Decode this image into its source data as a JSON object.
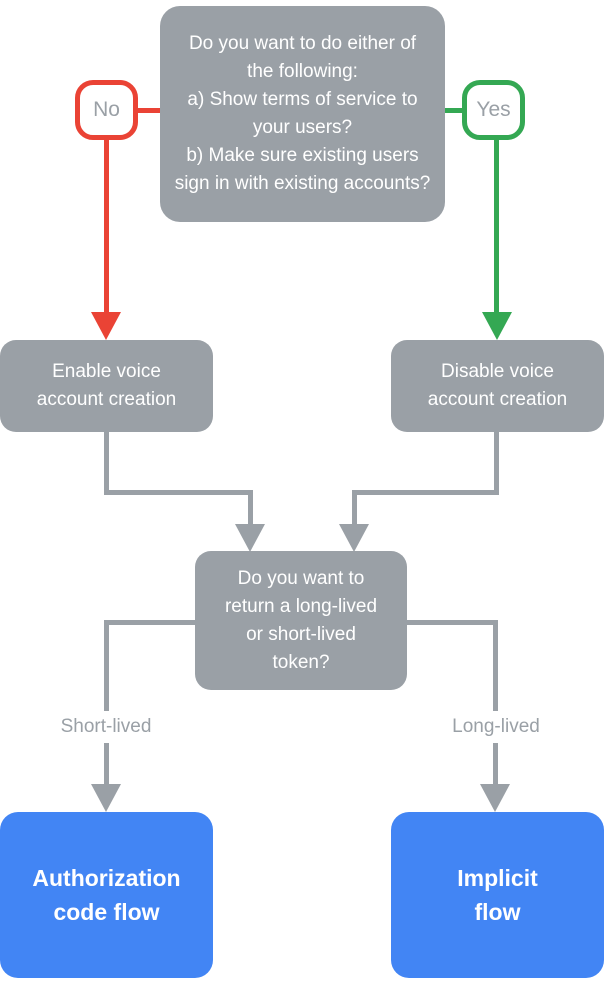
{
  "colors": {
    "gray": "#9AA0A6",
    "red": "#EA4335",
    "green": "#34A853",
    "blue": "#4285F4",
    "white": "#FFFFFF",
    "muted": "#9AA0A6"
  },
  "flowchart": {
    "question1": {
      "lines": [
        "Do you want to do either of the following:",
        "a) Show terms of service to your users?",
        "b) Make sure existing users sign in with existing accounts?"
      ]
    },
    "badge_no": "No",
    "badge_yes": "Yes",
    "enable_node": {
      "lines": [
        "Enable voice",
        "account creation"
      ]
    },
    "disable_node": {
      "lines": [
        "Disable voice",
        "account creation"
      ]
    },
    "question2": {
      "lines": [
        "Do you want to",
        "return a long-lived",
        "or short-lived",
        "token?"
      ]
    },
    "label_short": "Short-lived",
    "label_long": "Long-lived",
    "auth_node": {
      "lines": [
        "Authorization",
        "code flow"
      ]
    },
    "implicit_node": {
      "lines": [
        "Implicit",
        "flow"
      ]
    }
  }
}
